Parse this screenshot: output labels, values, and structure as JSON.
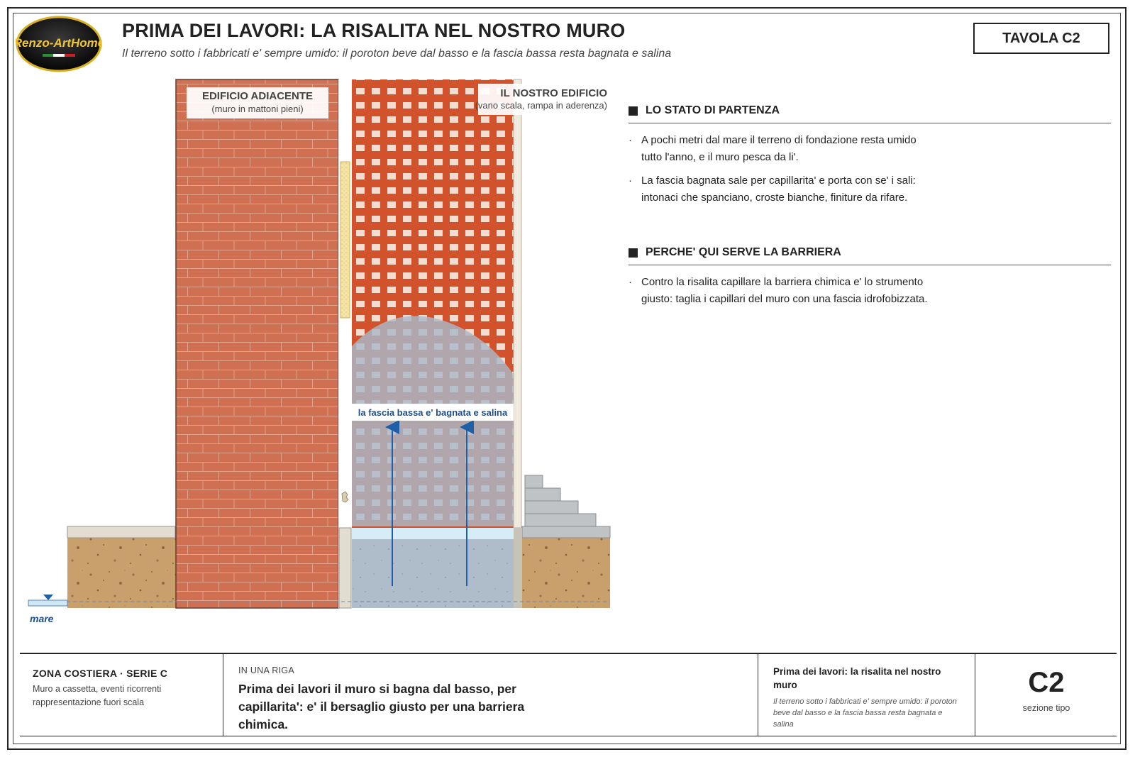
{
  "logo": {
    "text": "Renzo-ArtHome",
    "flag": [
      "#2e8b3a",
      "#ffffff",
      "#c8202c"
    ]
  },
  "header": {
    "title": "PRIMA DEI LAVORI: LA RISALITA NEL NOSTRO MURO",
    "subtitle": "Il terreno sotto i fabbricati e' sempre umido: il poroton beve dal basso e la fascia bassa resta bagnata e salina",
    "board": "TAVOLA C2"
  },
  "drawing": {
    "adjacent_title": "EDIFICIO ADIACENTE",
    "adjacent_sub": "(muro in mattoni pieni)",
    "ours_title": "IL NOSTRO EDIFICIO",
    "ours_sub": "(vano scala, rampa in aderenza)",
    "wet_label": "la fascia bassa e' bagnata e salina",
    "sea_label": "mare",
    "colors": {
      "brick": "#cf7053",
      "poroton": "#d2532b",
      "wet": "#a9b8c8",
      "soil": "#c9a06c",
      "arrow": "#1f5fa8"
    }
  },
  "side": {
    "sections": [
      {
        "heading": "LO STATO DI PARTENZA",
        "bullets": [
          "A pochi metri dal mare il terreno di fondazione resta umido tutto l'anno, e il muro pesca da li'.",
          "La fascia bagnata sale per capillarita' e porta con se' i sali: intonaci che spanciano, croste bianche, finiture da rifare."
        ]
      },
      {
        "heading": "PERCHE' QUI SERVE LA BARRIERA",
        "bullets": [
          "Contro la risalita capillare la barriera chimica e' lo strumento giusto: taglia i capillari del muro con una fascia idrofobizzata."
        ]
      }
    ]
  },
  "titleblock": {
    "zone_title": "ZONA COSTIERA · SERIE C",
    "zone_line1": "Muro a cassetta, eventi ricorrenti",
    "zone_line2": "rappresentazione fuori scala",
    "riga_label": "IN UNA RIGA",
    "riga_text": "Prima dei lavori il muro si bagna dal basso, per capillarita': e' il bersaglio giusto per una barriera chimica.",
    "sheet_title": "Prima dei lavori: la risalita nel nostro muro",
    "sheet_sub": "Il terreno sotto i fabbricati e' sempre umido: il poroton beve dal basso e la fascia bassa resta bagnata e salina",
    "code": "C2",
    "code_sub": "sezione tipo"
  }
}
